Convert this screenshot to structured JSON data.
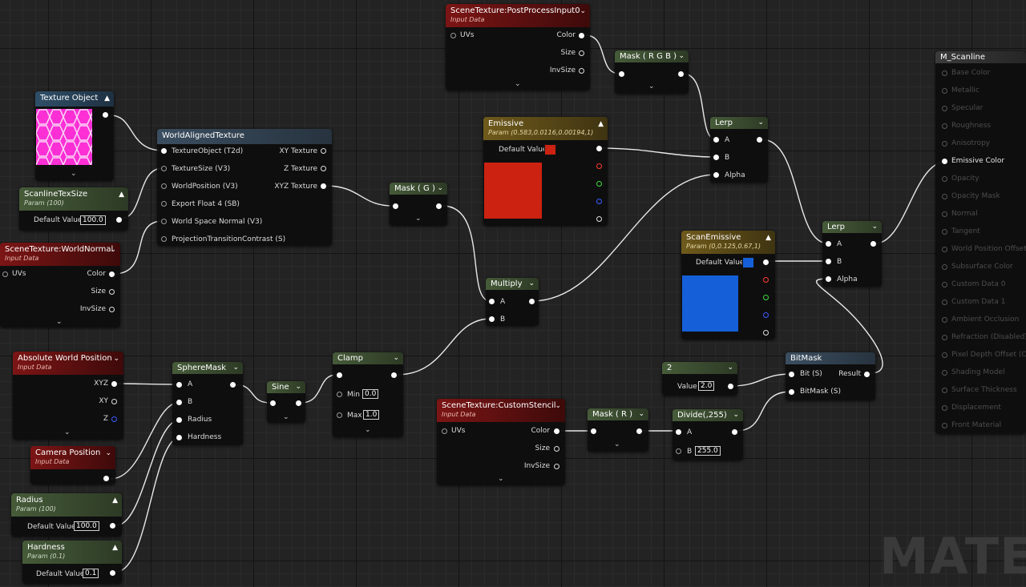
{
  "nodes": {
    "texture_object": {
      "title": "Texture Object"
    },
    "scanline_tex_size": {
      "title": "ScanlineTexSize",
      "subtitle": "Param (100)",
      "default_label": "Default Value",
      "default_value": "100.0"
    },
    "world_aligned_texture": {
      "title": "WorldAlignedTexture",
      "inputs": [
        "TextureObject (T2d)",
        "TextureSize (V3)",
        "WorldPosition (V3)",
        "Export Float 4 (SB)",
        "World Space Normal (V3)",
        "ProjectionTransitionContrast (S)"
      ],
      "outputs": [
        "XY Texture",
        "Z Texture",
        "XYZ Texture"
      ]
    },
    "scene_texture_world_normal": {
      "title": "SceneTexture:WorldNormal",
      "subtitle": "Input Data",
      "input": "UVs",
      "outputs": [
        "Color",
        "Size",
        "InvSize"
      ]
    },
    "scene_texture_post_process": {
      "title": "SceneTexture:PostProcessInput0",
      "subtitle": "Input Data",
      "input": "UVs",
      "outputs": [
        "Color",
        "Size",
        "InvSize"
      ]
    },
    "mask_rgb": {
      "title": "Mask ( R G B )"
    },
    "mask_g": {
      "title": "Mask ( G )"
    },
    "emissive": {
      "title": "Emissive",
      "subtitle": "Param (0.583,0.0116,0.00194,1)",
      "default_label": "Default Value",
      "color": "#cc2211"
    },
    "lerp_1": {
      "title": "Lerp",
      "inputs": [
        "A",
        "B",
        "Alpha"
      ]
    },
    "lerp_2": {
      "title": "Lerp",
      "inputs": [
        "A",
        "B",
        "Alpha"
      ]
    },
    "multiply": {
      "title": "Multiply",
      "inputs": [
        "A",
        "B"
      ]
    },
    "scan_emissive": {
      "title": "ScanEmissive",
      "subtitle": "Param (0,0.125,0.67,1)",
      "default_label": "Default Value",
      "color": "#1560d8"
    },
    "absolute_world_position": {
      "title": "Absolute World Position",
      "subtitle": "Input Data",
      "outputs": [
        "XYZ",
        "XY",
        "Z"
      ]
    },
    "camera_position": {
      "title": "Camera Position",
      "subtitle": "Input Data"
    },
    "radius": {
      "title": "Radius",
      "subtitle": "Param (100)",
      "default_label": "Default Value",
      "default_value": "100.0"
    },
    "hardness": {
      "title": "Hardness",
      "subtitle": "Param (0.1)",
      "default_label": "Default Value",
      "default_value": "0.1"
    },
    "sphere_mask": {
      "title": "SphereMask",
      "inputs": [
        "A",
        "B",
        "Radius",
        "Hardness"
      ]
    },
    "sine": {
      "title": "Sine"
    },
    "clamp": {
      "title": "Clamp",
      "min_label": "Min",
      "min_value": "0.0",
      "max_label": "Max",
      "max_value": "1.0"
    },
    "scene_texture_custom_stencil": {
      "title": "SceneTexture:CustomStencil",
      "subtitle": "Input Data",
      "input": "UVs",
      "outputs": [
        "Color",
        "Size",
        "InvSize"
      ]
    },
    "mask_r": {
      "title": "Mask ( R )"
    },
    "divide": {
      "title": "Divide(,255)",
      "a_label": "A",
      "b_label": "B",
      "b_value": "255.0"
    },
    "constant_2": {
      "title": "2",
      "value_label": "Value",
      "value": "2.0"
    },
    "bitmask": {
      "title": "BitMask",
      "inputs": [
        "Bit (S)",
        "BitMask (S)"
      ],
      "output": "Result"
    }
  },
  "material": {
    "title": "M_Scanline",
    "inputs": [
      "Base Color",
      "Metallic",
      "Specular",
      "Roughness",
      "Anisotropy",
      "Emissive Color",
      "Opacity",
      "Opacity Mask",
      "Normal",
      "Tangent",
      "World Position Offset",
      "Subsurface Color",
      "Custom Data 0",
      "Custom Data 1",
      "Ambient Occlusion",
      "Refraction (Disabled)",
      "Pixel Depth Offset (Cam",
      "Shading Model",
      "Surface Thickness",
      "Displacement",
      "Front Material"
    ],
    "active_input": "Emissive Color"
  },
  "watermark": "MATER",
  "colors": {
    "red_header": "#7c1515",
    "green_header": "#465b39",
    "blue_header": "#2f4f68",
    "gold_header": "#6f5a1c",
    "hex_pink": "#ff2fd6"
  }
}
